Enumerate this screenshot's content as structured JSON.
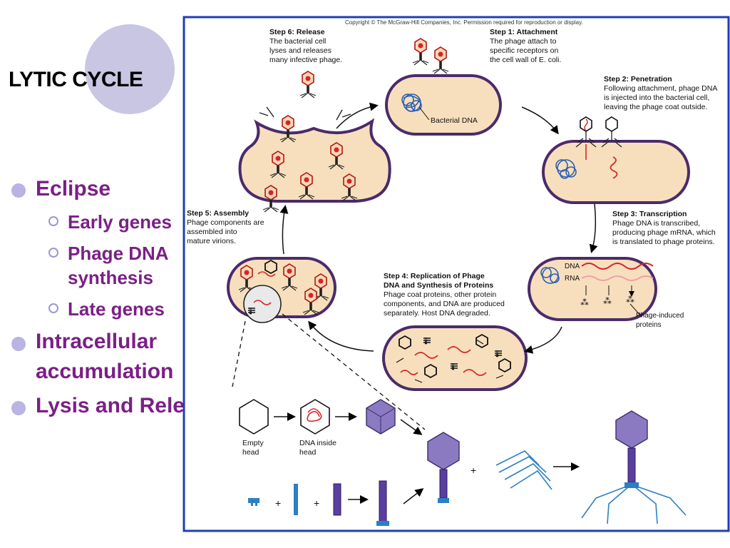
{
  "slide": {
    "title": "LYTIC CYCLE",
    "bullets": [
      {
        "label": "Eclipse",
        "sub": [
          {
            "lines": [
              "Early genes"
            ]
          },
          {
            "lines": [
              "Phage DNA",
              "synthesis"
            ]
          },
          {
            "lines": [
              "Late genes"
            ]
          }
        ]
      },
      {
        "label_lines": [
          "Intracellular",
          "accumulation"
        ]
      },
      {
        "label": "Lysis and Release"
      }
    ]
  },
  "figure": {
    "copyright": "Copyright © The McGraw-Hill Companies, Inc. Permission required for reproduction or display.",
    "step1": {
      "title": "Step 1: Attachment",
      "lines": [
        "The phage attach to",
        "specific receptors on",
        "the cell wall of E. coli."
      ]
    },
    "step2": {
      "title": "Step 2: Penetration",
      "lines": [
        "Following attachment, phage DNA",
        "is injected into the bacterial cell,",
        "leaving the phage coat outside."
      ]
    },
    "step3": {
      "title": "Step 3: Transcription",
      "lines": [
        "Phage DNA is transcribed,",
        "producing phage mRNA, which",
        "is translated to phage proteins."
      ]
    },
    "step4": {
      "title_lines": [
        "Step 4: Replication of Phage",
        "DNA and Synthesis of Proteins"
      ],
      "lines": [
        "Phage coat proteins, other protein",
        "components, and DNA are produced",
        "separately. Host DNA degraded."
      ]
    },
    "step5": {
      "title": "Step 5: Assembly",
      "lines": [
        "Phage components are",
        "assembled into",
        "mature virions."
      ]
    },
    "step6": {
      "title": "Step 6: Release",
      "lines": [
        "The bacterial cell",
        "lyses and releases",
        "many infective phage."
      ]
    },
    "labels": {
      "bacterial_dna": "Bacterial DNA",
      "dna": "DNA",
      "rna": "RNA",
      "phage_induced": [
        "Phage-induced",
        "proteins"
      ],
      "empty_head": [
        "Empty",
        "head"
      ],
      "dna_inside_head": [
        "DNA inside",
        "head"
      ],
      "plus": "+"
    },
    "colors": {
      "border": "#1f3fb0",
      "cell_fill": "#f7dfbd",
      "cell_outline": "#4a2b6b",
      "dna_blue": "#2b5fb5",
      "rna_red": "#d5242a",
      "capsid_purple": "#8b79c2"
    }
  }
}
